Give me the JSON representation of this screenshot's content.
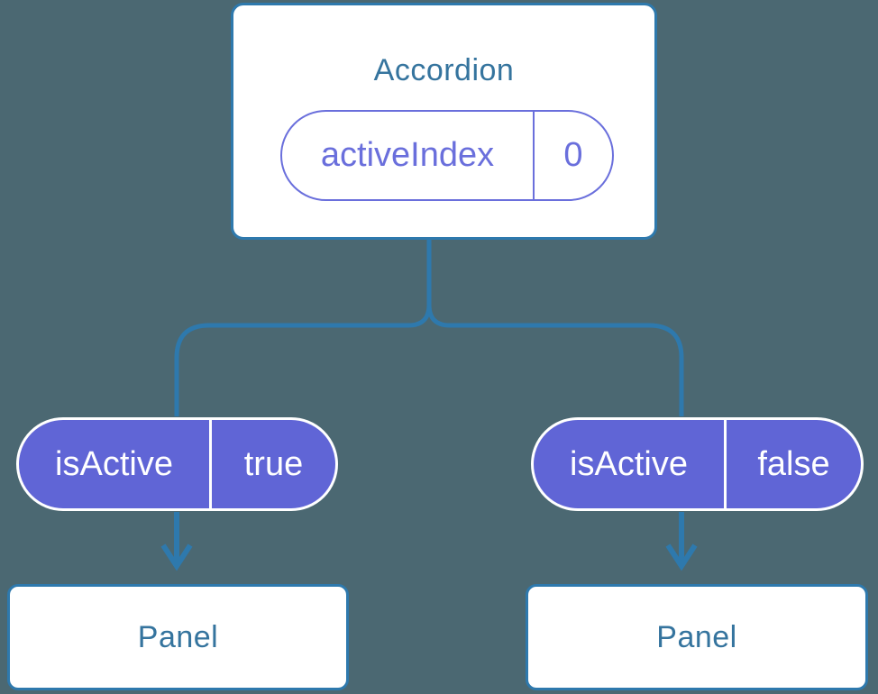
{
  "colors": {
    "background": "#4B6872",
    "node_border": "#2E79AD",
    "node_fill": "#FFFFFF",
    "node_text": "#35749E",
    "connector": "#2E79AD",
    "pill_fill": "#6065D6",
    "pill_border": "#FFFFFF",
    "pill_text": "#FFFFFF",
    "prop_accent": "#6A6FDC"
  },
  "diagram": {
    "root_node": {
      "title": "Accordion",
      "state_pill": {
        "label": "activeIndex",
        "value": "0"
      }
    },
    "left_branch": {
      "prop_pill": {
        "label": "isActive",
        "value": "true"
      },
      "node": {
        "title": "Panel"
      }
    },
    "right_branch": {
      "prop_pill": {
        "label": "isActive",
        "value": "false"
      },
      "node": {
        "title": "Panel"
      }
    }
  }
}
